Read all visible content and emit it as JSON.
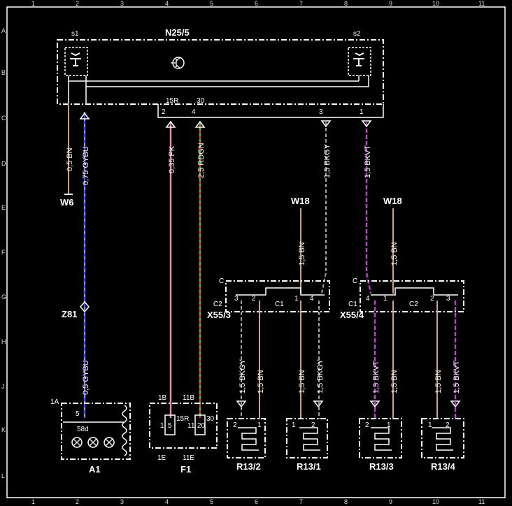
{
  "grid": {
    "cols": [
      "1",
      "2",
      "3",
      "4",
      "5",
      "6",
      "7",
      "8",
      "9",
      "10",
      "11"
    ],
    "rows": [
      "A",
      "B",
      "C",
      "D",
      "E",
      "F",
      "G",
      "H",
      "J",
      "K",
      "L"
    ]
  },
  "colors": {
    "pink": "#f08a9a",
    "blue": "#3b4cff",
    "purple": "#c040d0",
    "brown": "#d2a080",
    "red": "#e03030",
    "green": "#40c040",
    "gray": "#a0a0a0"
  },
  "module": {
    "name": "N25/5",
    "s1": "s1",
    "s2": "s2"
  },
  "pins": {
    "p15r": "15R",
    "p30": "30",
    "p2": "2",
    "p4": "4",
    "p3": "3",
    "p1": "1"
  },
  "wires": {
    "w1": "0,5 BN",
    "w2": "0,75 GYBU",
    "w3": "0,35 PK",
    "w4": "2,5 RDGN",
    "w5": "1,5 BKGY",
    "w6": "1,5 BKVT",
    "w7": "1,5 BN",
    "w8": "1,5 BN",
    "w9": "0,5 GYBU",
    "b1": "1,5 BKGY",
    "b2": "1,5 BN",
    "b3": "1,5 BN",
    "b4": "1,5 BKGY",
    "b5": "1,5 BKVT",
    "b6": "1,5 BN",
    "b7": "1,5 BN",
    "b8": "1,5 BKVT"
  },
  "grounds": {
    "w6": "W6",
    "w18a": "W18",
    "w18b": "W18"
  },
  "splice": "Z81",
  "connectors": {
    "x55_3": "X55/3",
    "x55_4": "X55/4",
    "c_a": "C",
    "c_b": "C",
    "c1": "C1",
    "c2a": "C2",
    "c2b": "C2",
    "pins_a": [
      "3",
      "2",
      "1",
      "4"
    ],
    "pins_b": [
      "4",
      "1",
      "2",
      "3"
    ]
  },
  "components": {
    "a1": "A1",
    "a1_pin": "1A",
    "a1_5": "5",
    "a1_58d": "58d",
    "f1": "F1",
    "f1_1b": "1B",
    "f1_11b": "11B",
    "f1_1e": "1E",
    "f1_11e": "11E",
    "f1_1": "1",
    "f1_5": "5",
    "f1_15r": "15R",
    "f1_11": "11",
    "f1_20": "20",
    "f1_30": "30",
    "r13_2": "R13/2",
    "r13_1": "R13/1",
    "r13_3": "R13/3",
    "r13_4": "R13/4",
    "pin1": "1",
    "pin2": "2"
  }
}
